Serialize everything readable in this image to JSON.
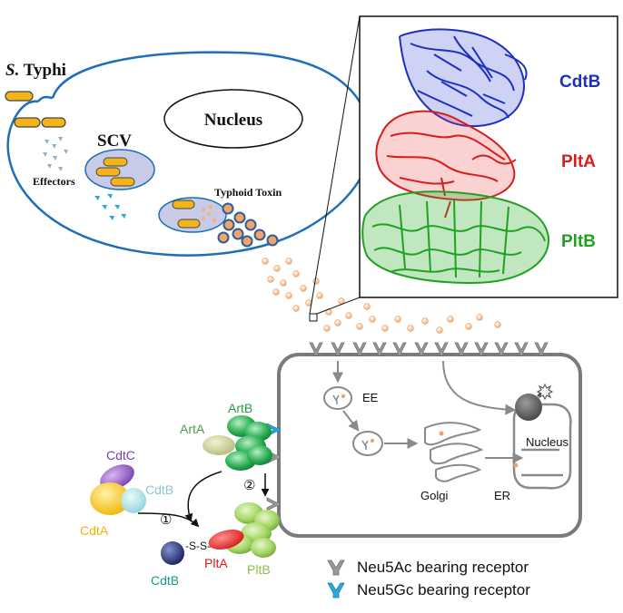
{
  "host_cell": {
    "bacterium_label_italic": "S.",
    "bacterium_label_rest": " Typhi",
    "nucleus_label": "Nucleus",
    "scv_label": "SCV",
    "effectors_label": "Effectors",
    "toxin_label": "Typhoid Toxin"
  },
  "structure_panel": {
    "cdtb_label": "CdtB",
    "plta_label": "PltA",
    "pltb_label": "PltB",
    "colors": {
      "cdtb": "#1f2fbf",
      "plta": "#d91c1c",
      "pltb": "#22a022"
    }
  },
  "target_cell": {
    "ee_label": "EE",
    "nucleus_label": "Nucleus",
    "golgi_label": "Golgi",
    "er_label": "ER"
  },
  "toxins": {
    "artb_label": "ArtB",
    "arta_label": "ArtA",
    "cdtc_label": "CdtC",
    "cdtb_label": "CdtB",
    "cdta_label": "CdtA",
    "cdtb2_label": "CdtB",
    "disulfide_label": "-S-S-",
    "plta_label": "PltA",
    "pltb_label": "PltB",
    "step1_label": "①",
    "step2_label": "②"
  },
  "legend": {
    "neu5ac_label": "Neu5Ac bearing receptor",
    "neu5gc_label": "Neu5Gc bearing receptor"
  }
}
